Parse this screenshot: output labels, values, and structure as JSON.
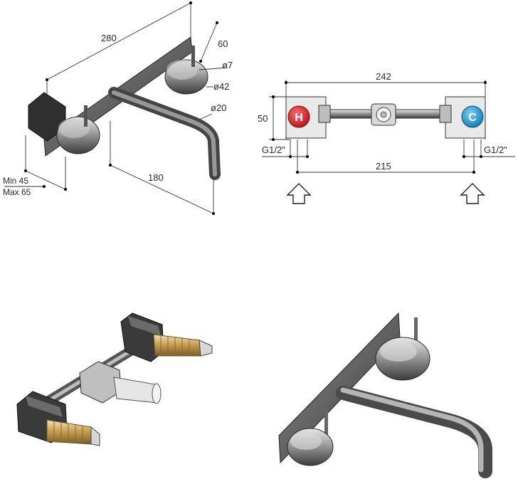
{
  "drawing_a": {
    "dim_length": "280",
    "dim_depth": "60",
    "dim_handle": "ø7",
    "dim_knob": "ø42",
    "dim_spout": "ø20",
    "dim_spout_reach": "180",
    "dim_min": "Min 45",
    "dim_max": "Max 65"
  },
  "drawing_b": {
    "dim_total": "242",
    "dim_height": "50",
    "dim_thread_left": "G1/2\"",
    "dim_thread_right": "G1/2\"",
    "dim_centers": "215",
    "hot_label": "H",
    "cold_label": "C"
  },
  "colors": {
    "hot": "#d8202a",
    "cold": "#1c9ad6",
    "metal_dark": "#3a3a3a",
    "metal_light": "#bdbdbd",
    "brass": "#c9a15a"
  }
}
